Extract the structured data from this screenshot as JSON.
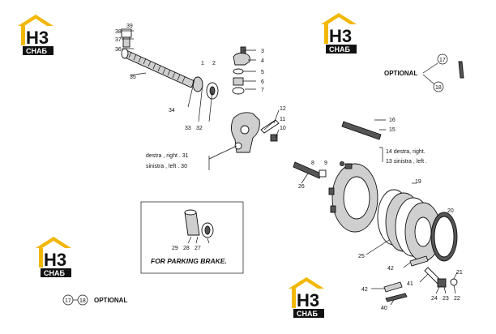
{
  "watermark": {
    "letters": "H3",
    "subtitle": "СНАБ",
    "color": "#f2b705"
  },
  "callouts": {
    "n1": "1",
    "n2": "2",
    "n3": "3",
    "n4": "4",
    "n5": "5",
    "n6": "6",
    "n7": "7",
    "n8": "8",
    "n9": "9",
    "n10": "10",
    "n11": "11",
    "n12": "12",
    "n15": "15",
    "n16": "16",
    "n17": "17",
    "n18": "18",
    "n19": "19",
    "n20": "20",
    "n21": "21",
    "n22": "22",
    "n23": "23",
    "n24": "24",
    "n25": "25",
    "n26": "26",
    "n27": "27",
    "n28": "28",
    "n29": "29",
    "n32": "32",
    "n33": "33",
    "n34": "34",
    "n35": "35",
    "n36": "36",
    "n37": "37",
    "n38": "38",
    "n39": "39",
    "n40": "40",
    "n41": "41",
    "n42a": "42",
    "n42b": "42"
  },
  "notes": {
    "destra_31": "destra , right . 31",
    "sinistra_30": "sinistra , left . 30",
    "destra_14": "14 destra, right.",
    "sinistra_13": "13 sinistra , left .",
    "optional_top": "OPTIONAL",
    "optional_bottom": "OPTIONAL",
    "parking_brake": "FOR PARKING BRAKE."
  }
}
